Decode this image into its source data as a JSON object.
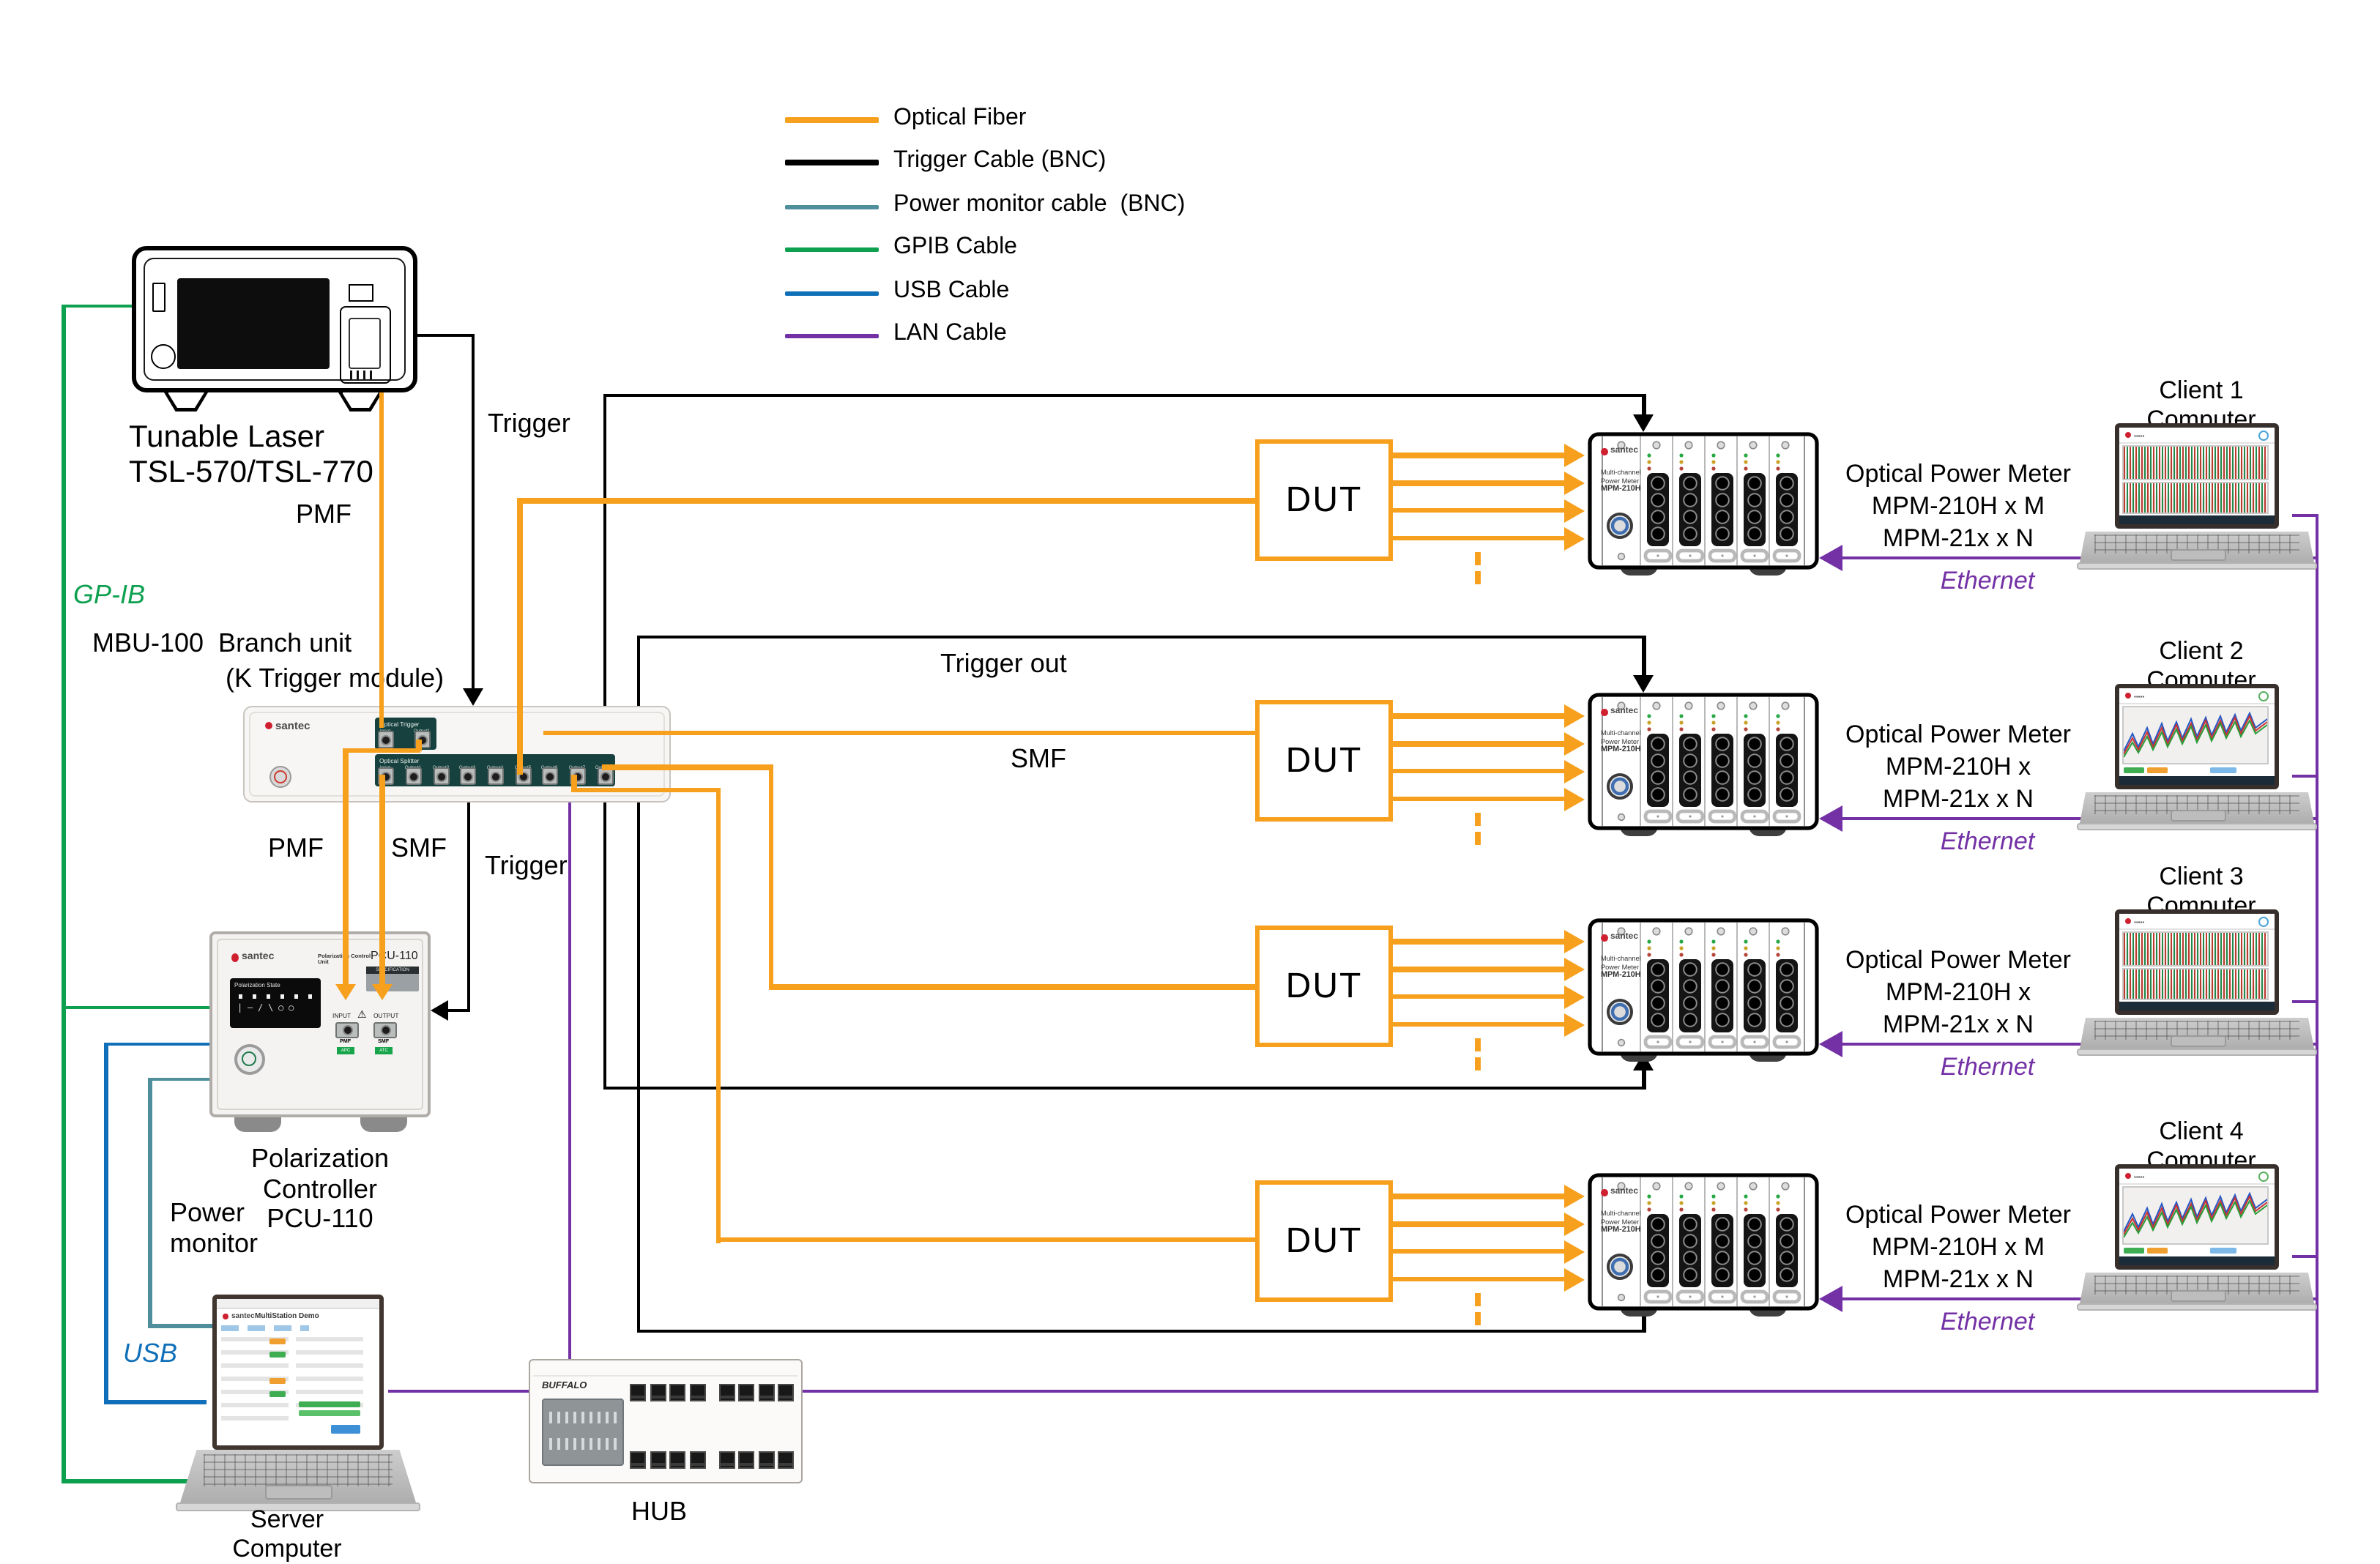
{
  "legend": {
    "items": [
      {
        "label": "Optical Fiber",
        "color": "#F7A01D"
      },
      {
        "label": "Trigger Cable (BNC)",
        "color": "#000000"
      },
      {
        "label": "Power monitor cable  (BNC)",
        "color": "#4E8F9B"
      },
      {
        "label": "GPIB Cable",
        "color": "#0CA04F"
      },
      {
        "label": "USB Cable",
        "color": "#0F6FB8"
      },
      {
        "label": "LAN Cable",
        "color": "#7331A5"
      }
    ]
  },
  "labels": {
    "laser_line1": "Tunable Laser",
    "laser_line2": "TSL-570/TSL-770",
    "pmf_top": "PMF",
    "trigger_top": "Trigger",
    "gpib": "GP-IB",
    "mbu_line1": "MBU-100  Branch unit",
    "mbu_line2": "(K Trigger module)",
    "pmf_mid": "PMF",
    "smf_mid": "SMF",
    "trigger_mid": "Trigger",
    "trigger_out": "Trigger out",
    "smf_long": "SMF",
    "pcu_line1": "Polarization",
    "pcu_line2": "Controller",
    "pcu_line3": "PCU-110",
    "power_monitor_line1": "Power",
    "power_monitor_line2": "monitor",
    "usb": "USB",
    "server_line1": "Server",
    "server_line2": "Computer",
    "hub": "HUB"
  },
  "devices": {
    "brand": "santec",
    "mbu": {
      "trigger_panel": {
        "title": "Optical Trigger",
        "ports": [
          "Input",
          "Output1"
        ]
      },
      "splitter_panel": {
        "title": "Optical Splitter",
        "ports": [
          "Input",
          "Output1",
          "Output2",
          "Output3",
          "Output4",
          "Output5",
          "Output6",
          "Output7",
          "Output8"
        ]
      }
    },
    "pcu": {
      "subtitle": "Polarization Control Unit",
      "model": "PCU-110",
      "spec": "SPECIFICATION",
      "panel_title": "Polarization State",
      "input": "INPUT",
      "output": "OUTPUT",
      "input_fiber": "PMF",
      "output_fiber": "SMF",
      "input_tag": "APC",
      "output_tag": "ATC"
    },
    "meter_front": {
      "line1": "Multi-channel",
      "line2": "Power Meter",
      "model": "MPM-210H"
    },
    "dut": "DUT",
    "hub_brand": "BUFFALO",
    "server_screen_title": "MultiStation Demo"
  },
  "rows": [
    {
      "meter_label": [
        "Optical Power Meter",
        "MPM-210H x M",
        "MPM-21x x N"
      ],
      "client": [
        "Client 1",
        "Computer"
      ],
      "ethernet": "Ethernet"
    },
    {
      "meter_label": [
        "Optical Power Meter",
        "MPM-210H x",
        "MPM-21x x N"
      ],
      "client": [
        "Client 2",
        "Computer"
      ],
      "ethernet": "Ethernet"
    },
    {
      "meter_label": [
        "Optical Power Meter",
        "MPM-210H x",
        "MPM-21x x N"
      ],
      "client": [
        "Client 3",
        "Computer"
      ],
      "ethernet": "Ethernet"
    },
    {
      "meter_label": [
        "Optical Power Meter",
        "MPM-210H x M",
        "MPM-21x x N"
      ],
      "client": [
        "Client 4",
        "Computer"
      ],
      "ethernet": "Ethernet"
    }
  ],
  "colors": {
    "optical_fiber": "#F7A01D",
    "trigger_cable": "#000000",
    "power_monitor_cable": "#4E8F9B",
    "gpib_cable": "#0CA04F",
    "usb_cable": "#0F6FB8",
    "lan_cable": "#7331A5",
    "santec_red": "#cf2030"
  }
}
